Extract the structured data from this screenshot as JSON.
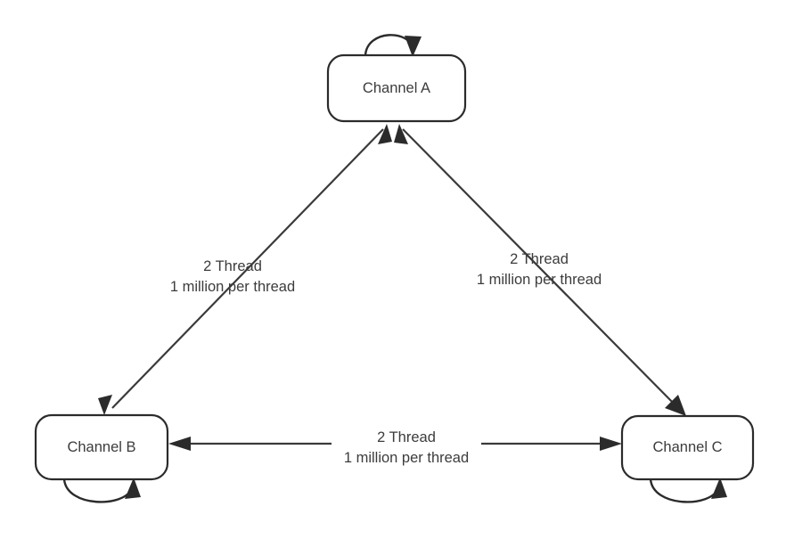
{
  "diagram": {
    "background_color": "#ffffff",
    "stroke_color": "#2b2b2b",
    "text_color": "#3c3c3c",
    "nodes": [
      {
        "id": "a",
        "label": "Channel A",
        "shape": "rounded-rectangle",
        "self_loop": "top"
      },
      {
        "id": "b",
        "label": "Channel B",
        "shape": "rounded-rectangle",
        "self_loop": "bottom"
      },
      {
        "id": "c",
        "label": "Channel C",
        "shape": "rounded-rectangle",
        "self_loop": "bottom"
      }
    ],
    "edges": [
      {
        "id": "a-b",
        "from": "Channel A",
        "to": "Channel B",
        "direction": "bidirectional",
        "label_line1": "2 Thread",
        "label_line2": "1 million per thread"
      },
      {
        "id": "a-c",
        "from": "Channel A",
        "to": "Channel C",
        "direction": "bidirectional",
        "label_line1": "2 Thread",
        "label_line2": "1 million per thread"
      },
      {
        "id": "b-c",
        "from": "Channel B",
        "to": "Channel C",
        "direction": "bidirectional",
        "label_line1": "2 Thread",
        "label_line2": "1 million per thread"
      }
    ]
  }
}
